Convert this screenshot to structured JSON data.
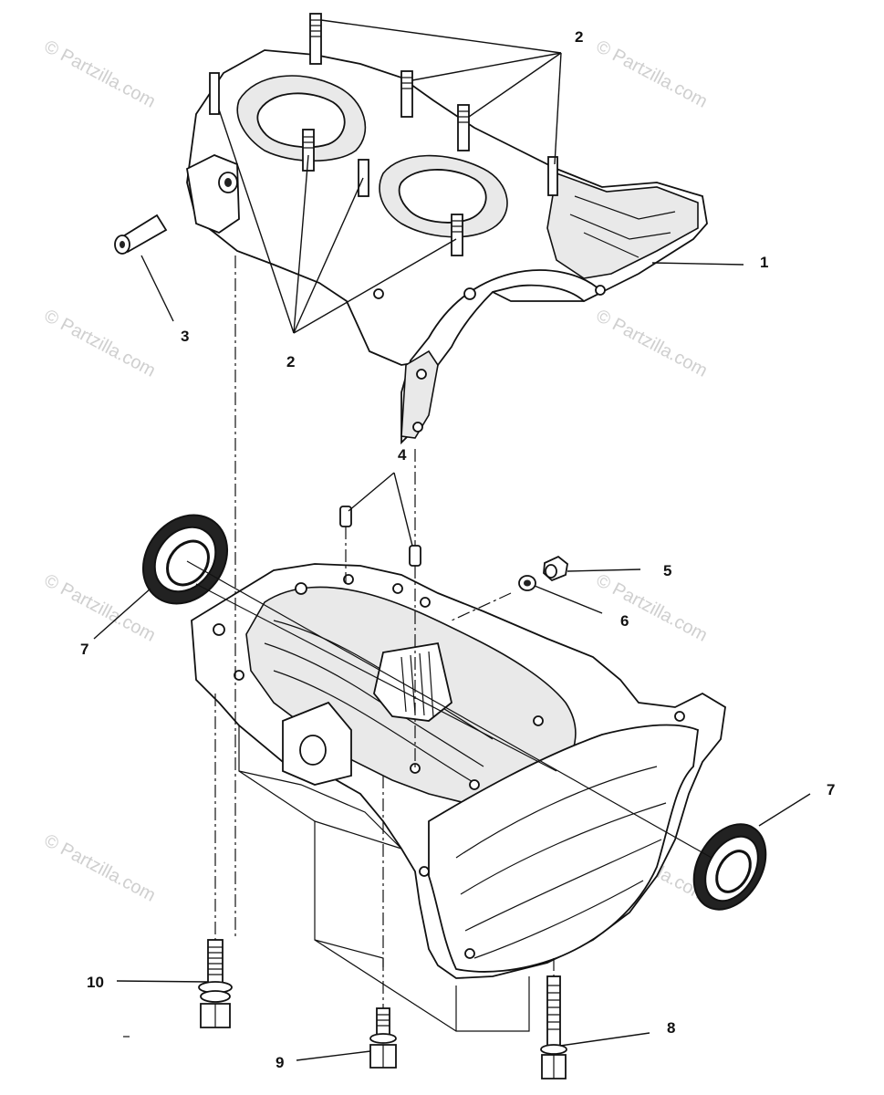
{
  "callouts": {
    "c1": "1",
    "c2_top": "2",
    "c2_bottom": "2",
    "c3": "3",
    "c4": "4",
    "c5": "5",
    "c6": "6",
    "c7_left": "7",
    "c7_right": "7",
    "c8": "8",
    "c9": "9",
    "c10": "10"
  },
  "watermark": {
    "text": "© Partzilla.com",
    "center_text": "© Partzilla.com"
  }
}
